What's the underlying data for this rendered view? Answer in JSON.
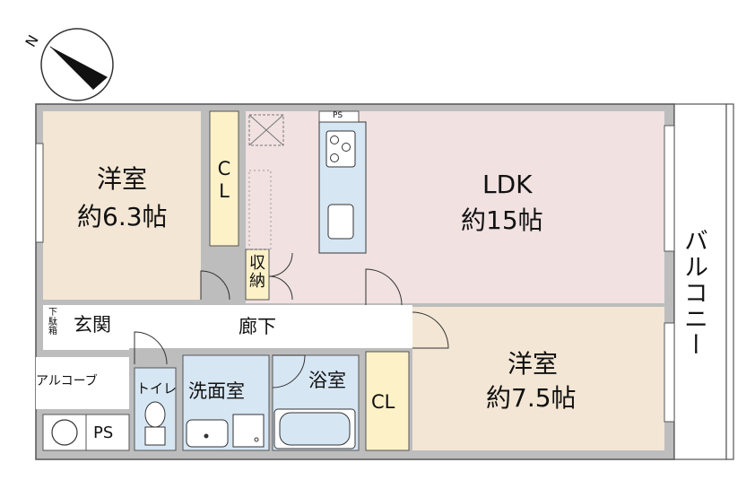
{
  "rooms": {
    "western1": {
      "name": "洋室",
      "size": "約6.3帖"
    },
    "ldk": {
      "name": "LDK",
      "size": "約15帖"
    },
    "western2": {
      "name": "洋室",
      "size": "約7.5帖"
    },
    "closet_a": "C\nL",
    "storage": "収\n納",
    "closet_b": "CL",
    "corridor": "廊下",
    "entrance": "玄関",
    "shoe_box": "下\n駄\n箱",
    "alcove": "アルコーブ",
    "toilet": "トイレ",
    "washroom": "洗面室",
    "bathroom": "浴室",
    "ps_bottom": "PS",
    "ps_top": "PS",
    "balcony": "バルコニー"
  },
  "compass": {
    "label": "N"
  },
  "colors": {
    "western": "#f3e6d4",
    "ldk": "#f1e1e1",
    "wet": "#d7e6f3",
    "closet": "#fdf1c8",
    "wall": "#bdbdbd",
    "wall_edge": "#555555",
    "line": "#333333"
  }
}
